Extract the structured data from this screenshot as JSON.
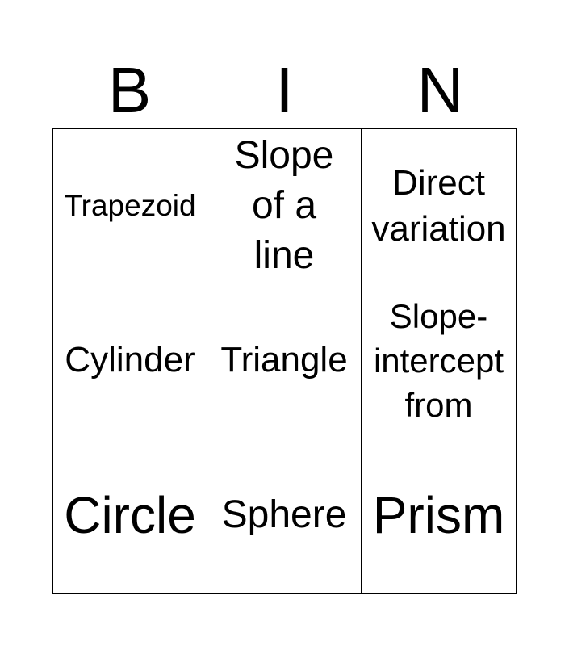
{
  "header": [
    "B",
    "I",
    "N"
  ],
  "cells": [
    "Trapezoid",
    "Slope\nof a\nline",
    "Direct\nvariation",
    "Cylinder",
    "Triangle",
    "Slope-\nintercept\nfrom",
    "Circle",
    "Sphere",
    "Prism"
  ]
}
